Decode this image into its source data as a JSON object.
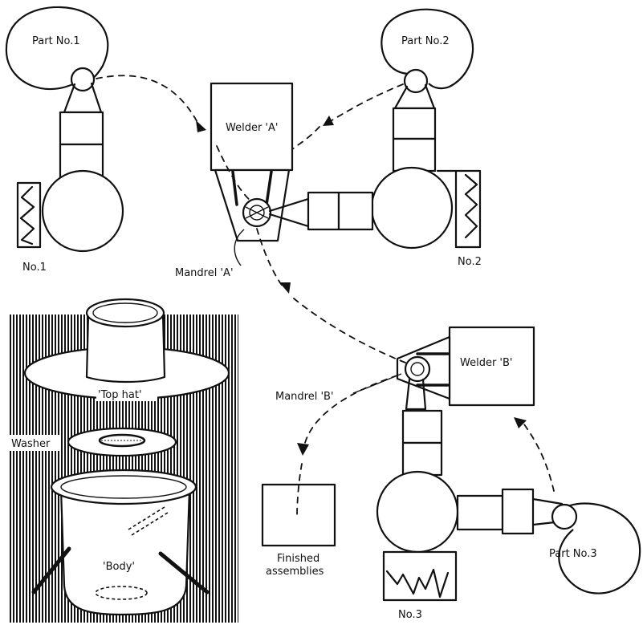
{
  "diagram": {
    "labels": {
      "part1": "Part No.1",
      "part2": "Part No.2",
      "part3": "Part No.3",
      "welder_a": "Welder 'A'",
      "welder_b": "Welder 'B'",
      "mandrel_a": "Mandrel 'A'",
      "mandrel_b": "Mandrel 'B'",
      "station1": "No.1",
      "station2": "No.2",
      "station3": "No.3",
      "finished_line1": "Finished",
      "finished_line2": "assemblies",
      "top_hat": "'Top hat'",
      "washer": "Washer",
      "body": "'Body'"
    }
  }
}
